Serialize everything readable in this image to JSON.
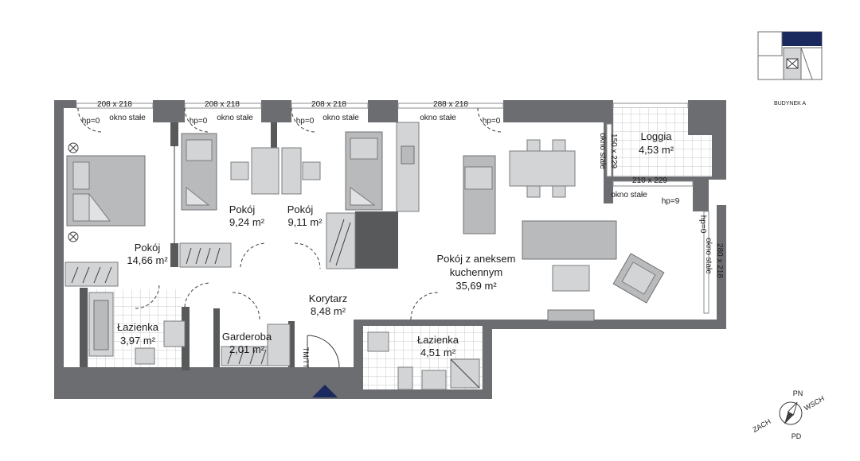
{
  "rooms": {
    "pokoj_large": {
      "name": "Pokój",
      "area": "14,66 m²"
    },
    "pokoj_mid": {
      "name": "Pokój",
      "area": "9,24 m²"
    },
    "pokoj_small": {
      "name": "Pokój",
      "area": "9,11 m²"
    },
    "salon": {
      "name_line1": "Pokój z aneksem",
      "name_line2": "kuchennym",
      "area": "35,69 m²"
    },
    "loggia": {
      "name": "Loggia",
      "area": "4,53 m²"
    },
    "korytarz": {
      "name": "Korytarz",
      "area": "8,48 m²"
    },
    "lazienka_left": {
      "name": "Łazienka",
      "area": "3,97 m²"
    },
    "garderoba": {
      "name": "Garderoba",
      "area": "2,01 m²"
    },
    "lazienka_right": {
      "name": "Łazienka",
      "area": "4,51 m²"
    }
  },
  "windows": {
    "w1": {
      "size": "208 x 218",
      "hp": "hp=0",
      "type": "okno stałe"
    },
    "w2": {
      "size": "208 x 218",
      "hp": "hp=0",
      "type": "okno stałe"
    },
    "w3": {
      "size": "208 x 218",
      "hp": "hp=0",
      "type": "okno stałe"
    },
    "w4": {
      "size": "288 x 218",
      "hp": "hp=0",
      "type": "okno stałe"
    },
    "w5": {
      "size": "150 x 229",
      "type": "okno stałe"
    },
    "w6": {
      "size": "210 x 229",
      "type": "okno stałe",
      "hp": "hp=9"
    },
    "w7": {
      "size": "280 x 218",
      "hp": "hp=0",
      "type": "okno stałe"
    }
  },
  "labels": {
    "tmt": "TM/TT",
    "building": "BUDYNEK A"
  },
  "compass": {
    "n": "PN",
    "e": "WSCH",
    "s": "PD",
    "w": "ZACH"
  },
  "colors": {
    "wall": "#6c6d70",
    "accent": "#1a2a5e",
    "furniture": "#b9babc"
  }
}
